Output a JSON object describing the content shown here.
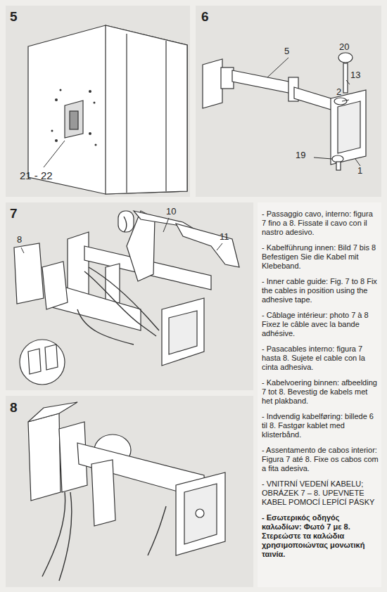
{
  "diagram": {
    "labels": [
      "5",
      "21 - 22",
      "6",
      "5",
      "20",
      "13",
      "2",
      "19",
      "1",
      "7",
      "8",
      "10",
      "11",
      "8",
      "- Passaggio cavo, interno: figura 7 fino a 8. Fissate il cavo con il nastro adesivo.",
      "- Kabelführung innen: Bild 7 bis 8 Befestigen Sie die Kabel mit Klebeband.",
      "- Inner cable guide: Fig. 7 to 8 Fix the cables in position using the adhesive tape.",
      "- Câblage intérieur: photo 7 à 8 Fixez le câble avec la bande adhésive.",
      "- Pasacables interno: figura 7 hasta 8. Sujete el cable con la cinta adhesiva.",
      "- Kabelvoering binnen: afbeelding 7 tot 8. Bevestig de kabels met het plakband.",
      "- Indvendig kabelføring: billede 6 til 8. Fastgør kablet med klisterbånd.",
      "- Assentamento de cabos interior: Figura 7 até 8. Fixe os cabos com a fita adesiva.",
      "- VNITRNÍ VEDENÍ KABELU; OBRÁZEK 7 – 8. UPEVNETE KABEL POMOCÍ LEPÍCÍ PÁSKY",
      "- Εσωτερικός οδηγός καλωδίων: Φωτό 7 με 8. Στερεώστε τα καλώδια χρησιμοποιώντας μονωτική ταινία."
    ]
  }
}
